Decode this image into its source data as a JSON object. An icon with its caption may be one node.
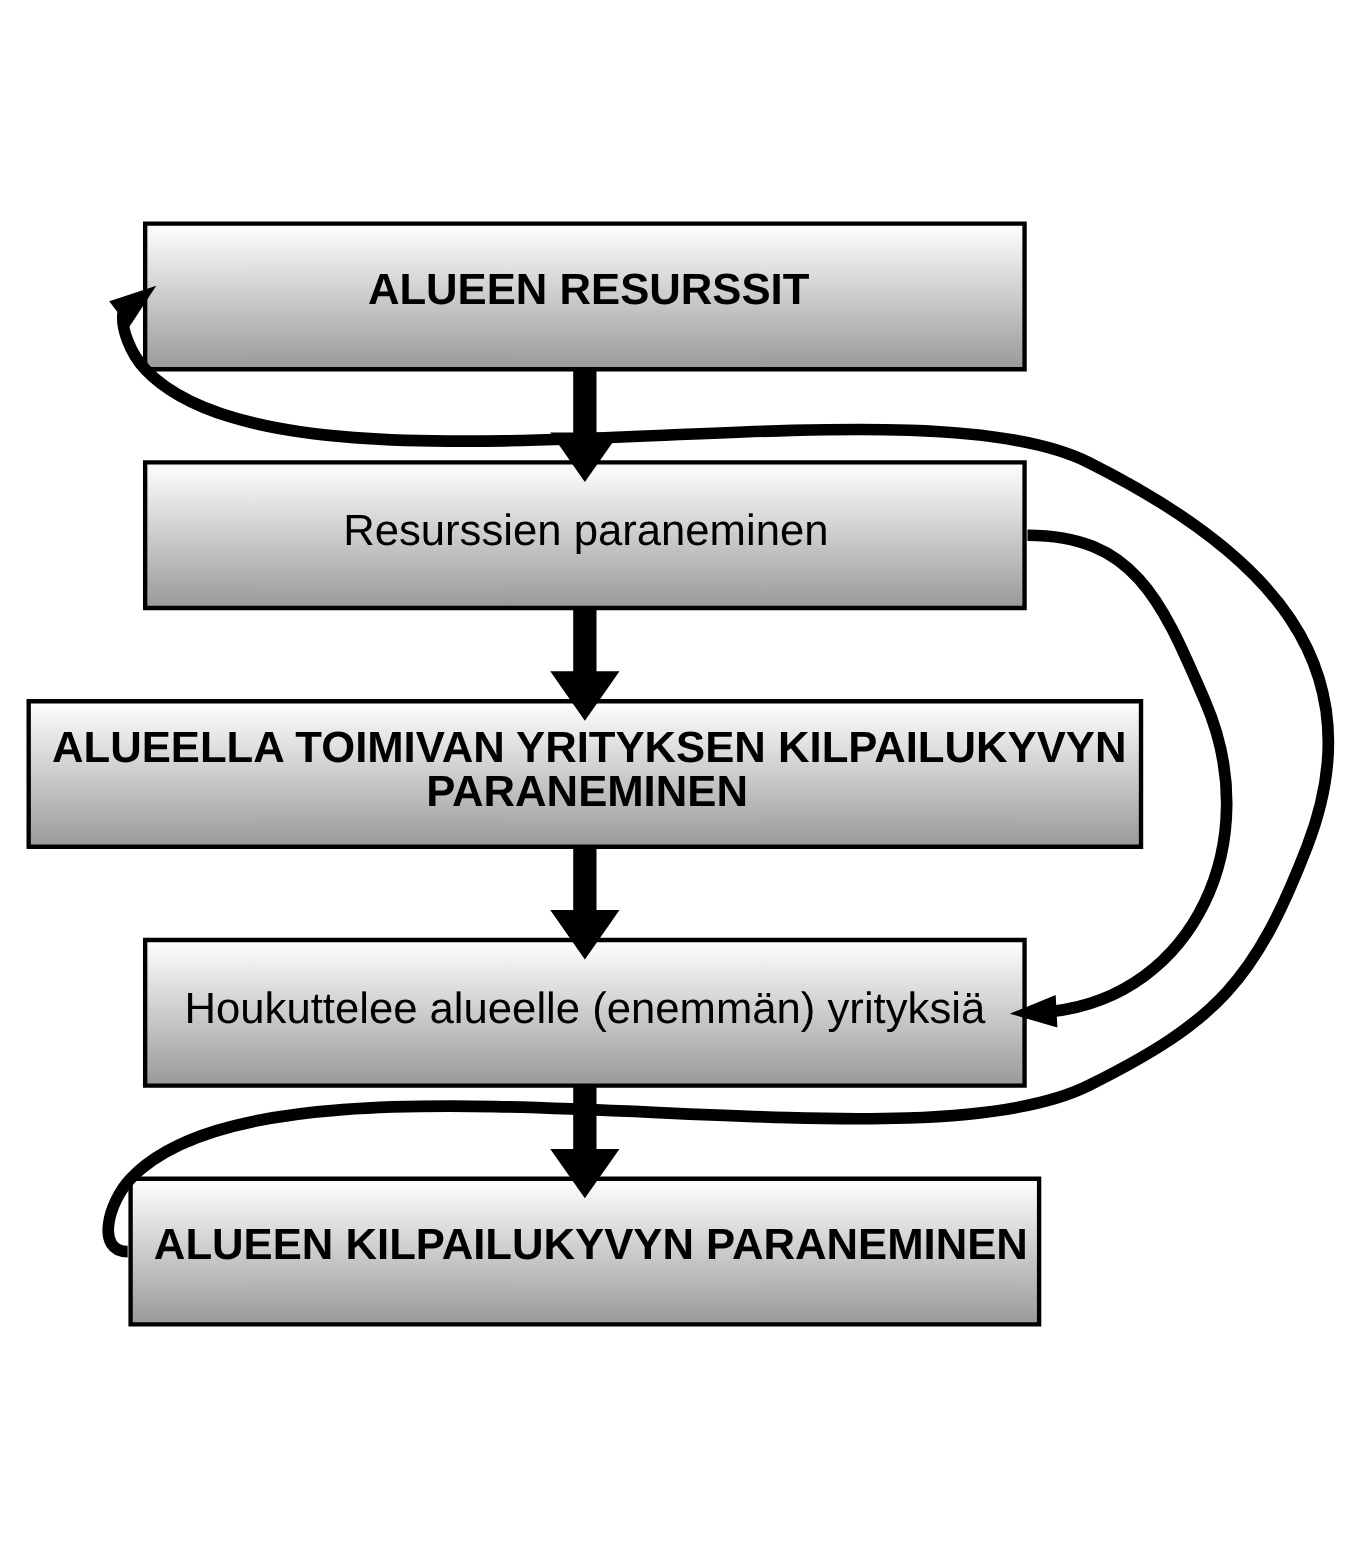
{
  "diagram": {
    "nodes": [
      {
        "text": [
          "ALUEEN RESURSSIT"
        ]
      },
      {
        "text": [
          "Resurssien paraneminen"
        ]
      },
      {
        "text": [
          "ALUEELLA TOIMIVAN YRITYKSEN KILPAILUKYVYN PARANEMINEN"
        ]
      },
      {
        "text": [
          "Houkuttelee alueelle (enemmän) yrityksiä"
        ]
      },
      {
        "text": [
          "ALUEEN KILPAILUKYVYN PARANEMINEN"
        ]
      }
    ],
    "edges": [
      {
        "from": 0,
        "to": 1,
        "arrow": "to"
      },
      {
        "from": 1,
        "to": 2,
        "arrow": "to"
      },
      {
        "from": 2,
        "to": 3,
        "arrow": "to"
      },
      {
        "from": 3,
        "to": 4,
        "arrow": "to"
      },
      {
        "from": 1,
        "to": 3,
        "arrow": "to"
      },
      {
        "from": 4,
        "to": 0,
        "arrow": "to"
      }
    ]
  }
}
